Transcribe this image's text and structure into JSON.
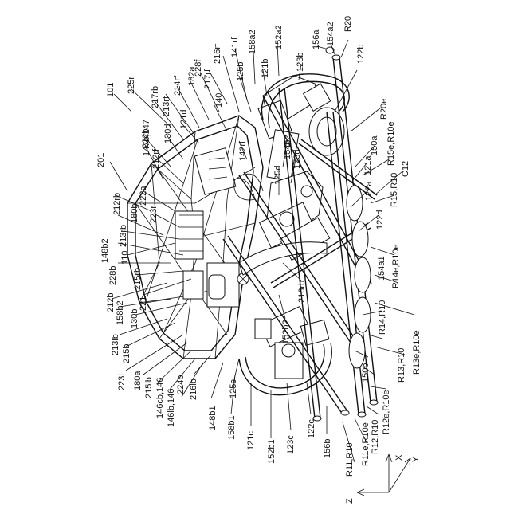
{
  "labels": {
    "l101": "101",
    "l201": "201",
    "l225r": "225r",
    "l147b147": "147b,147",
    "l217rb": "217rb",
    "l213rf": "213rf",
    "l214rf": "214rf",
    "l182a": "182a",
    "l228f": "228f",
    "l217rf": "217rf",
    "l216rf": "216rf",
    "l141rf": "141rf",
    "l158a2": "158a2",
    "l152a2": "152a2",
    "l156a": "156a",
    "l154a2": "154a2",
    "lR20": "R20",
    "l122b": "122b",
    "l123b": "123b",
    "l121b": "121b",
    "l125b": "125b",
    "l140": "140",
    "l121d": "121d",
    "l130d": "130d",
    "l222b": "222b",
    "l212rf": "212rf",
    "l142rf": "142rf",
    "lR20e": "R20e",
    "l150a": "150a",
    "lR15eR10e": "R15e,R10e",
    "lR15R10": "R15,R10",
    "lC12": "C12",
    "l154b2": "154b2",
    "l123d": "123d",
    "l125d": "125d",
    "l121a": "121a",
    "l122a": "122a",
    "l122d": "122d",
    "l212rb": "212rb",
    "l222a": "222a",
    "l223r": "223r",
    "l180b": "180b",
    "l213rb": "213rb",
    "l148b2": "148b2",
    "l110": "110",
    "l228b": "228b",
    "l215rb": "215rb",
    "l212b": "212b",
    "l221": "221",
    "l158b2": "158b2",
    "l130b": "130b",
    "l213lb": "213lb",
    "l215b": "215b",
    "l223l": "223l",
    "l180a": "180a",
    "l215lb": "215lb",
    "l146cb146": "146cb,146",
    "l146lb146": "146lb,146",
    "l224b": "224b",
    "l216lb": "216lb",
    "l148b1": "148b1",
    "l158b1": "158b1",
    "l125c": "125c",
    "l121c": "121c",
    "l152b1": "152b1",
    "l123c": "123c",
    "l122c": "122c",
    "l156b": "156b",
    "l216rb": "216rb",
    "l152b2": "152b2",
    "lR14eR10e": "R14e,R10e",
    "l154a1": "154a1",
    "lR14R10": "R14,R10",
    "lR13eR10e": "R13e,R10e",
    "lR13R10": "R13,R10",
    "l150b": "150b",
    "lR12eR10e": "R12e,R10e",
    "lR12R10": "R12,R10",
    "lR11eR10e": "R11e,R10e",
    "lR11R10": "R11,R10",
    "axisX": "X",
    "axisY": "Y",
    "axisZ": "Z"
  }
}
